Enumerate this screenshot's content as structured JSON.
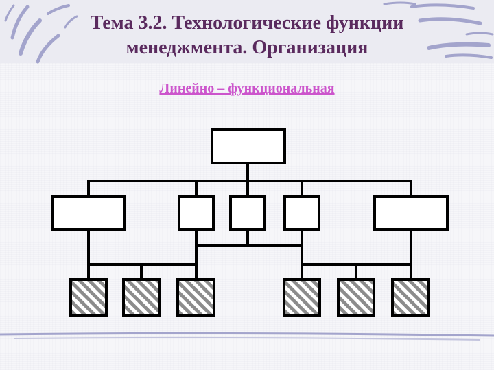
{
  "slide": {
    "title_line1": "Тема 3.2. Технологические функции",
    "title_line2": "менеджмента. Организация",
    "subtitle": "Линейно – функциональная"
  },
  "colors": {
    "title": "#5a2a5e",
    "subtitle": "#cc55cc",
    "deco_stroke": "#9fa0c8",
    "box_fill": "#ffffff",
    "line": "#000000",
    "hatch": "#8a8a8a"
  },
  "diagram": {
    "type": "org-chart",
    "nodes": [
      {
        "id": "top-manager",
        "level": 0,
        "style": "plain"
      },
      {
        "id": "line-manager-left",
        "level": 1,
        "style": "plain"
      },
      {
        "id": "functional-unit-1",
        "level": 1,
        "style": "plain"
      },
      {
        "id": "functional-unit-2",
        "level": 1,
        "style": "plain"
      },
      {
        "id": "functional-unit-3",
        "level": 1,
        "style": "plain"
      },
      {
        "id": "line-manager-right",
        "level": 1,
        "style": "plain"
      },
      {
        "id": "executor-1",
        "level": 2,
        "style": "hatched"
      },
      {
        "id": "executor-2",
        "level": 2,
        "style": "hatched"
      },
      {
        "id": "executor-3",
        "level": 2,
        "style": "hatched"
      },
      {
        "id": "executor-4",
        "level": 2,
        "style": "hatched"
      },
      {
        "id": "executor-5",
        "level": 2,
        "style": "hatched"
      },
      {
        "id": "executor-6",
        "level": 2,
        "style": "hatched"
      }
    ]
  }
}
